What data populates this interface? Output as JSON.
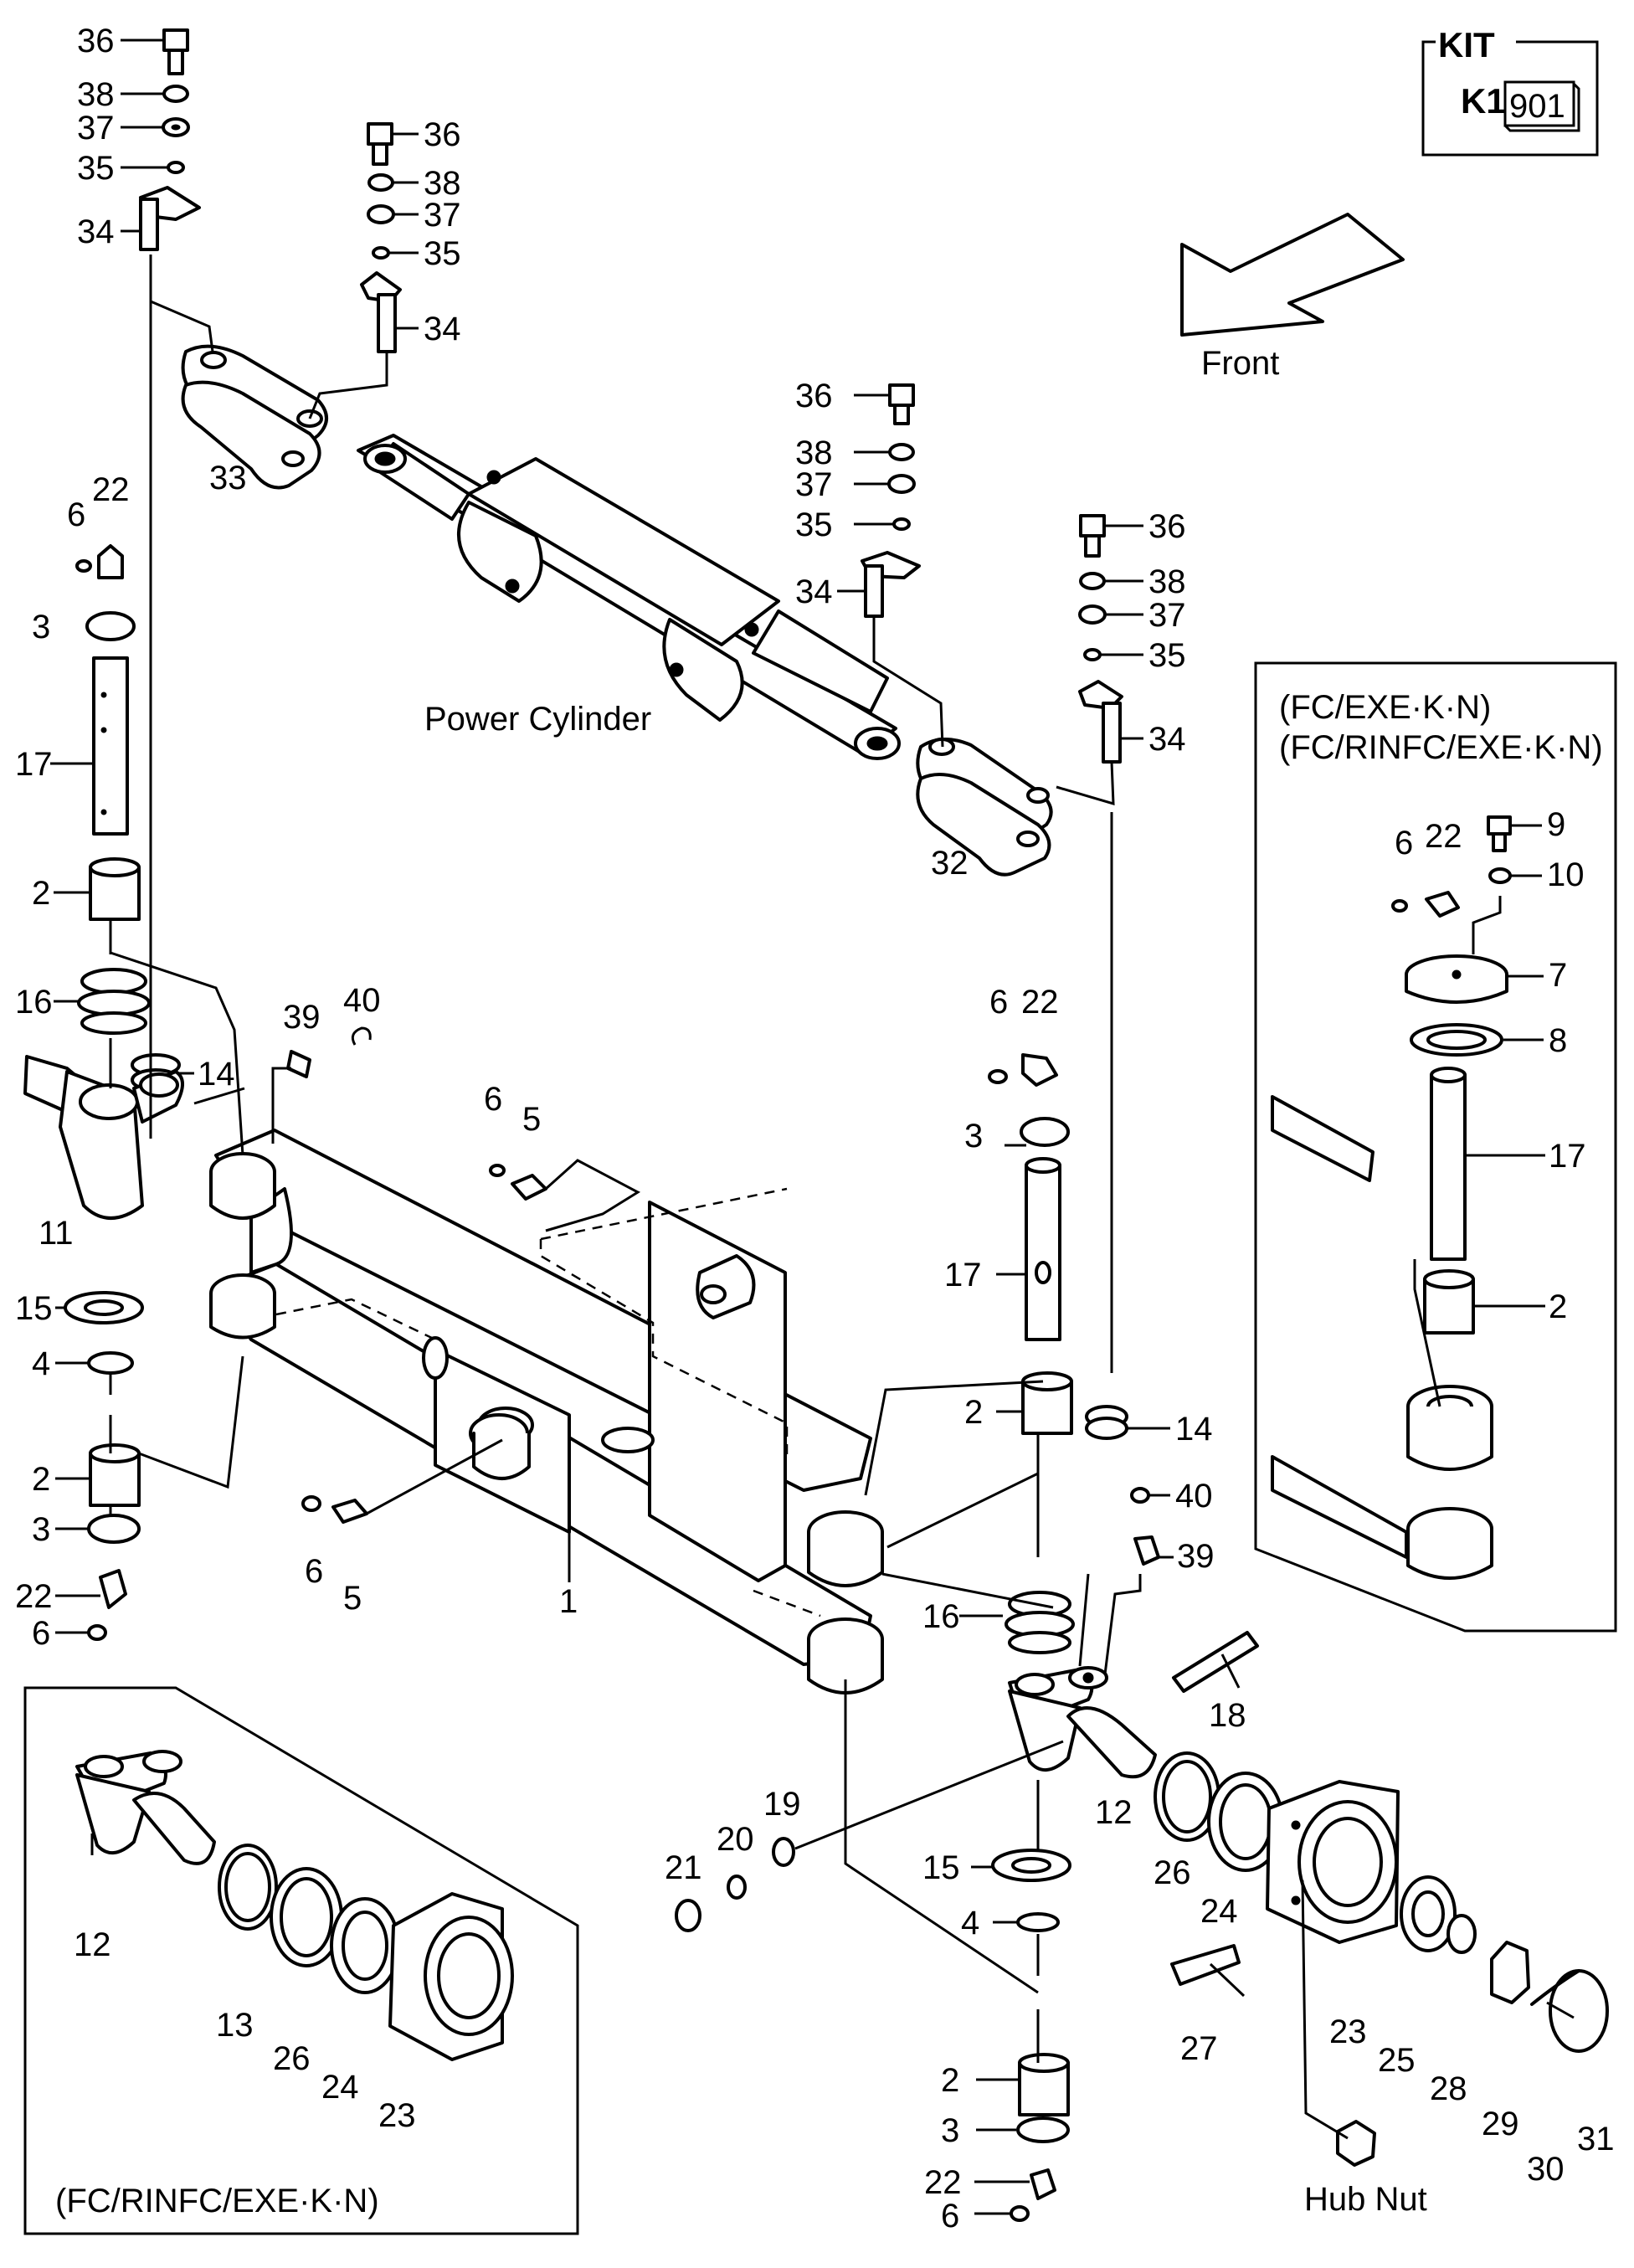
{
  "kit": {
    "title": "KIT",
    "code": "K1",
    "number": "901"
  },
  "direction_label": "Front",
  "labels": {
    "power_cylinder": "Power Cylinder",
    "hub_nut": "Hub Nut",
    "inset_right_line1": "(FC/EXE·K·N)",
    "inset_right_line2": "(FC/RINFC/EXE·K·N)",
    "inset_left": "(FC/RINFC/EXE·K·N)"
  },
  "callouts": {
    "c36a": "36",
    "c38a": "38",
    "c37a": "37",
    "c35a": "35",
    "c34a": "34",
    "c36b": "36",
    "c38b": "38",
    "c37b": "37",
    "c35b": "35",
    "c34b": "34",
    "c36c": "36",
    "c38c": "38",
    "c37c": "37",
    "c35c": "35",
    "c34c": "34",
    "c36d": "36",
    "c38d": "38",
    "c37d": "37",
    "c35d": "35",
    "c34d": "34",
    "c33": "33",
    "c32": "32",
    "c6a": "6",
    "c22a": "22",
    "c3a": "3",
    "c17a": "17",
    "c2a": "2",
    "c16a": "16",
    "c14a": "14",
    "c39a": "39",
    "c40a": "40",
    "c11": "11",
    "c15a": "15",
    "c4a": "4",
    "c2b": "2",
    "c3b": "3",
    "c22b": "22",
    "c6b": "6",
    "c6c": "6",
    "c5a": "5",
    "c6d": "6",
    "c5b": "5",
    "c1": "1",
    "c6e": "6",
    "c22c": "22",
    "c3c": "3",
    "c17b": "17",
    "c2c": "2",
    "c14b": "14",
    "c40b": "40",
    "c39b": "39",
    "c16b": "16",
    "c18": "18",
    "c12a": "12",
    "c15b": "15",
    "c4b": "4",
    "c2d": "2",
    "c3d": "3",
    "c22d": "22",
    "c6f": "6",
    "c19": "19",
    "c20": "20",
    "c21": "21",
    "c26a": "26",
    "c24a": "24",
    "c23a": "23",
    "c27": "27",
    "c25": "25",
    "c28": "28",
    "c29": "29",
    "c30": "30",
    "c31": "31",
    "c9": "9",
    "c10": "10",
    "c6g": "6",
    "c22e": "22",
    "c7": "7",
    "c8": "8",
    "c17c": "17",
    "c2e": "2",
    "c12b": "12",
    "c13": "13",
    "c26b": "26",
    "c24b": "24",
    "c23b": "23"
  }
}
